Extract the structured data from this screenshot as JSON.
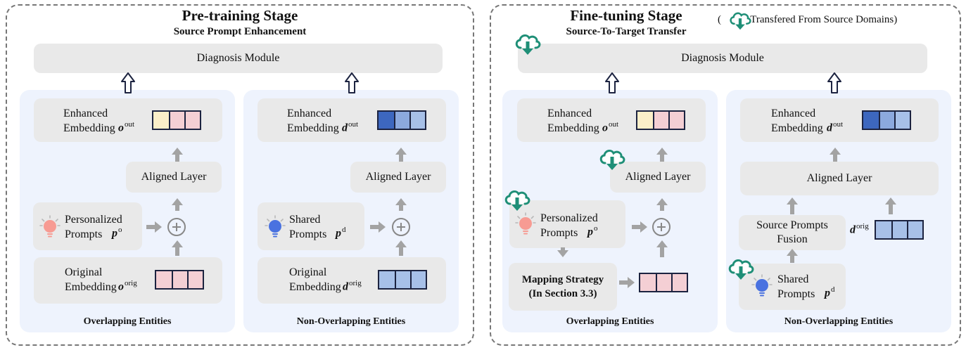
{
  "left": {
    "title": "Pre-training Stage",
    "subtitle": "Source Prompt Enhancement",
    "diagnosis": "Diagnosis Module",
    "overlap": {
      "enhanced_line1": "Enhanced",
      "enhanced_line2": "Embedding",
      "out_sym": "o",
      "out_sup": "out",
      "aligned": "Aligned Layer",
      "prompt_line1": "Personalized",
      "prompt_line2": "Prompts",
      "prompt_sym": "p",
      "prompt_sup": "o",
      "orig_line1": "Original",
      "orig_line2": "Embedding",
      "orig_sym": "o",
      "orig_sup": "orig",
      "footer": "Overlapping Entities"
    },
    "nonoverlap": {
      "enhanced_line1": "Enhanced",
      "enhanced_line2": "Embedding",
      "out_sym": "d",
      "out_sup": "out",
      "aligned": "Aligned Layer",
      "prompt_line1": "Shared",
      "prompt_line2": "Prompts",
      "prompt_sym": "p",
      "prompt_sup": "d",
      "orig_line1": "Original",
      "orig_line2": "Embedding",
      "orig_sym": "d",
      "orig_sup": "orig",
      "footer": "Non-Overlapping Entities"
    }
  },
  "right": {
    "title": "Fine-tuning Stage",
    "subtitle": "Source-To-Target Transfer",
    "legend_open": "(",
    "legend_text": "Transfered From Source Domains)",
    "diagnosis": "Diagnosis Module",
    "overlap": {
      "enhanced_line1": "Enhanced",
      "enhanced_line2": "Embedding",
      "out_sym": "o",
      "out_sup": "out",
      "aligned": "Aligned Layer",
      "prompt_line1": "Personalized",
      "prompt_line2": "Prompts",
      "prompt_sym": "p",
      "prompt_sup": "o",
      "mapping_line1": "Mapping Strategy",
      "mapping_line2": "(In Section 3.3)",
      "footer": "Overlapping Entities"
    },
    "nonoverlap": {
      "enhanced_line1": "Enhanced",
      "enhanced_line2": "Embedding",
      "out_sym": "d",
      "out_sup": "out",
      "aligned": "Aligned Layer",
      "fusion_line1": "Source Prompts",
      "fusion_line2": "Fusion",
      "orig_sym": "d",
      "orig_sup": "orig",
      "prompt_line1": "Shared",
      "prompt_line2": "Prompts",
      "prompt_sym": "p",
      "prompt_sup": "d",
      "footer": "Non-Overlapping Entities"
    }
  },
  "colors": {
    "pink": "#f4cfd4",
    "yellow": "#fbefc9",
    "light_blue": "#a7c0e8",
    "dark_blue": "#3d67bf",
    "mid_blue": "#8ca9de",
    "cloud_green": "#1f8f77",
    "bulb_pink": "#f79b93",
    "bulb_blue": "#4a72e0"
  }
}
